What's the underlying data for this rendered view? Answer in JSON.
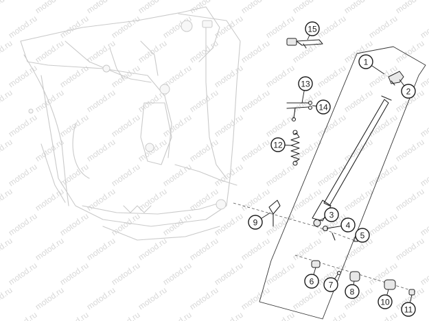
{
  "watermark": "motod.ru",
  "callouts": [
    {
      "id": "1",
      "label": "1"
    },
    {
      "id": "2",
      "label": "2"
    },
    {
      "id": "3",
      "label": "3"
    },
    {
      "id": "4",
      "label": "4"
    },
    {
      "id": "5",
      "label": "5"
    },
    {
      "id": "6",
      "label": "6"
    },
    {
      "id": "7",
      "label": "7"
    },
    {
      "id": "8",
      "label": "8"
    },
    {
      "id": "9",
      "label": "9"
    },
    {
      "id": "10",
      "label": "10"
    },
    {
      "id": "11",
      "label": "11"
    },
    {
      "id": "12",
      "label": "12"
    },
    {
      "id": "13",
      "label": "13"
    },
    {
      "id": "14",
      "label": "14"
    },
    {
      "id": "15",
      "label": "15"
    }
  ],
  "colors": {
    "outline": "#1a1a1a",
    "frame": "#c9c9c9",
    "background": "#ffffff"
  }
}
